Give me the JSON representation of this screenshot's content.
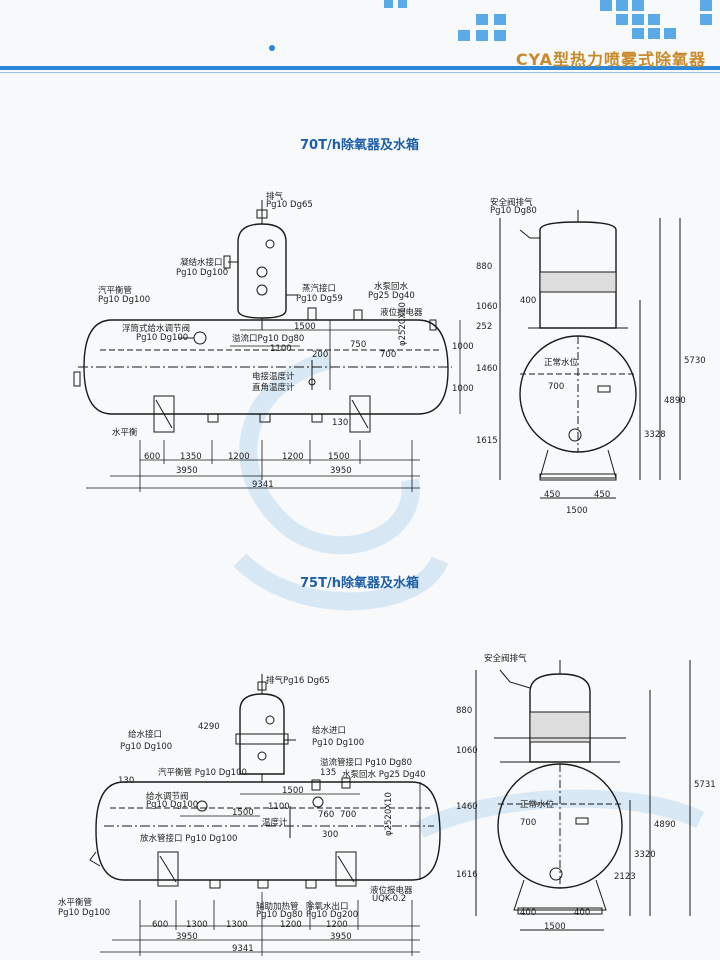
{
  "header": {
    "title": "CYA型热力喷雾式除氧器"
  },
  "section1": {
    "title": "70T/h除氧器及水箱",
    "labels": {
      "vent": "排气",
      "vent_spec": "Pg10 Dg65",
      "condensate": "凝结水接口",
      "condensate_spec": "Pg10 Dg100",
      "steam_balance": "汽平衡管",
      "steam_balance_spec": "Pg10 Dg100",
      "float_valve": "浮筒式给水调节阀",
      "float_valve_spec": "Pg10 Dg100",
      "steam_inlet": "蒸汽接口",
      "steam_inlet_spec": "Pg10 Dg59",
      "pump_return": "水泵回水",
      "pump_return_spec": "Pg25 Dg40",
      "level_alarm": "液位报电器",
      "overflow": "溢流口Pg10 Dg80",
      "electric_thermo": "电接温度计",
      "angle_thermo": "直角温度计",
      "water_balance": "水平衡",
      "normal_level": "正常水位",
      "safety_vent": "安全阀排气",
      "safety_vent_spec": "Pg10 Dg80",
      "diameter": "φ2520X10"
    },
    "dims_horizontal": [
      "600",
      "1350",
      "1200",
      "1200",
      "1500",
      "3950",
      "3950",
      "9341",
      "1500",
      "1100",
      "130"
    ],
    "dims_vertical_main": [
      "750",
      "200",
      "700",
      "1000",
      "1000"
    ],
    "dims_side": [
      "880",
      "1060",
      "252",
      "1460",
      "1615",
      "400",
      "700",
      "5730",
      "4890",
      "3328",
      "450",
      "450",
      "1500"
    ]
  },
  "section2": {
    "title": "75T/h除氧器及水箱",
    "labels": {
      "vent": "排气Pg16 Dg65",
      "feed_inlet": "给水接口",
      "feed_inlet_spec": "Pg10 Dg100",
      "feed_inlet2": "给水进口",
      "feed_inlet2_spec": "Pg10 Dg100",
      "dim4290": "4290",
      "steam_balance": "汽平衡管 Pg10 Dg100",
      "feed_valve": "给水调节阀",
      "feed_valve_spec": "Pg10 Dg100",
      "overflow": "溢流管接口 Pg10 Dg80",
      "pump_return": "水泵回水 Pg25 Dg40",
      "thermometer": "温度计",
      "drain": "放水管接口 Pg10 Dg100",
      "level_balance": "水平衡管",
      "level_balance_spec": "Pg10 Dg100",
      "aux_heat": "辅助加热管",
      "aux_heat_spec": "Pg10 Dg80",
      "deaerated_out": "除氧水出口",
      "deaerated_out_spec": "Pg10 Dg200",
      "level_alarm": "液位报电器",
      "level_alarm_spec": "UQK-0.2",
      "safety_vent": "安全阀排气",
      "normal_level": "正常水位",
      "diameter": "φ2520X10"
    },
    "dims_horizontal": [
      "130",
      "1500",
      "1500",
      "1100",
      "135",
      "600",
      "1300",
      "1300",
      "1200",
      "1200",
      "3950",
      "3950",
      "9341"
    ],
    "dims_vertical_main": [
      "760",
      "700",
      "300"
    ],
    "dims_side": [
      "880",
      "1060",
      "1460",
      "1616",
      "700",
      "5731",
      "4890",
      "3320",
      "2123",
      "400",
      "400",
      "1500"
    ]
  },
  "colors": {
    "line": "#1a1a1a",
    "title": "#1d5fa8",
    "header": "#c88a2a",
    "accent_bar": "#2a86d6",
    "tile": "#3f9ae0"
  }
}
